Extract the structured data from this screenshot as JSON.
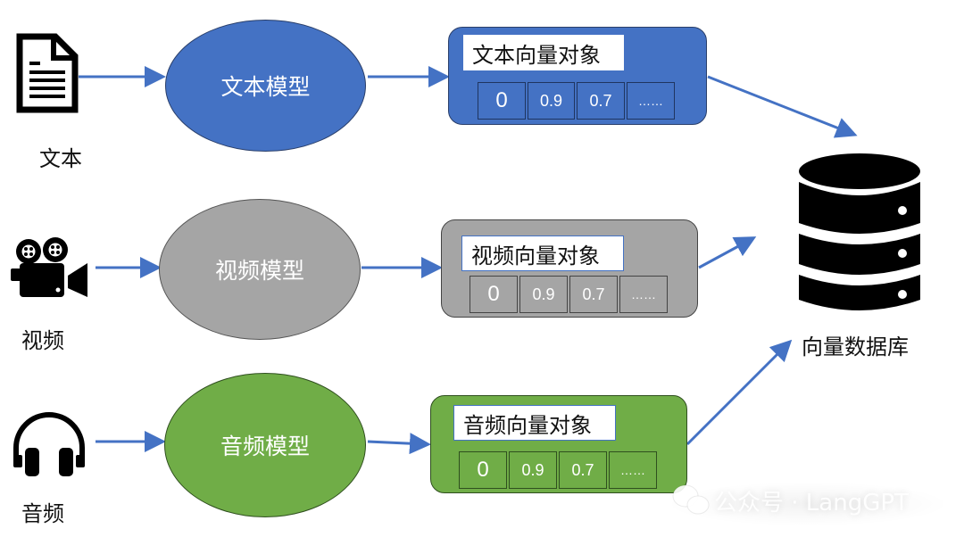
{
  "colors": {
    "arrow": "#4472c4",
    "text_model": "#4472c4",
    "video_model": "#a5a5a5",
    "audio_model": "#70ad47"
  },
  "inputs": {
    "text": {
      "label": "文本",
      "icon": "document-icon"
    },
    "video": {
      "label": "视频",
      "icon": "video-camera-icon"
    },
    "audio": {
      "label": "音频",
      "icon": "headphones-icon"
    }
  },
  "models": {
    "text": "文本模型",
    "video": "视频模型",
    "audio": "音频模型"
  },
  "vectors": {
    "text": {
      "title": "文本向量对象",
      "values": [
        "0",
        "0.9",
        "0.7",
        "……"
      ]
    },
    "video": {
      "title": "视频向量对象",
      "values": [
        "0",
        "0.9",
        "0.7",
        "……"
      ]
    },
    "audio": {
      "title": "音频向量对象",
      "values": [
        "0",
        "0.9",
        "0.7",
        "……"
      ]
    }
  },
  "database": {
    "label": "向量数据库",
    "icon": "database-icon"
  },
  "watermark": {
    "text": "公众号 · LangGPT",
    "icon": "wechat-icon"
  }
}
